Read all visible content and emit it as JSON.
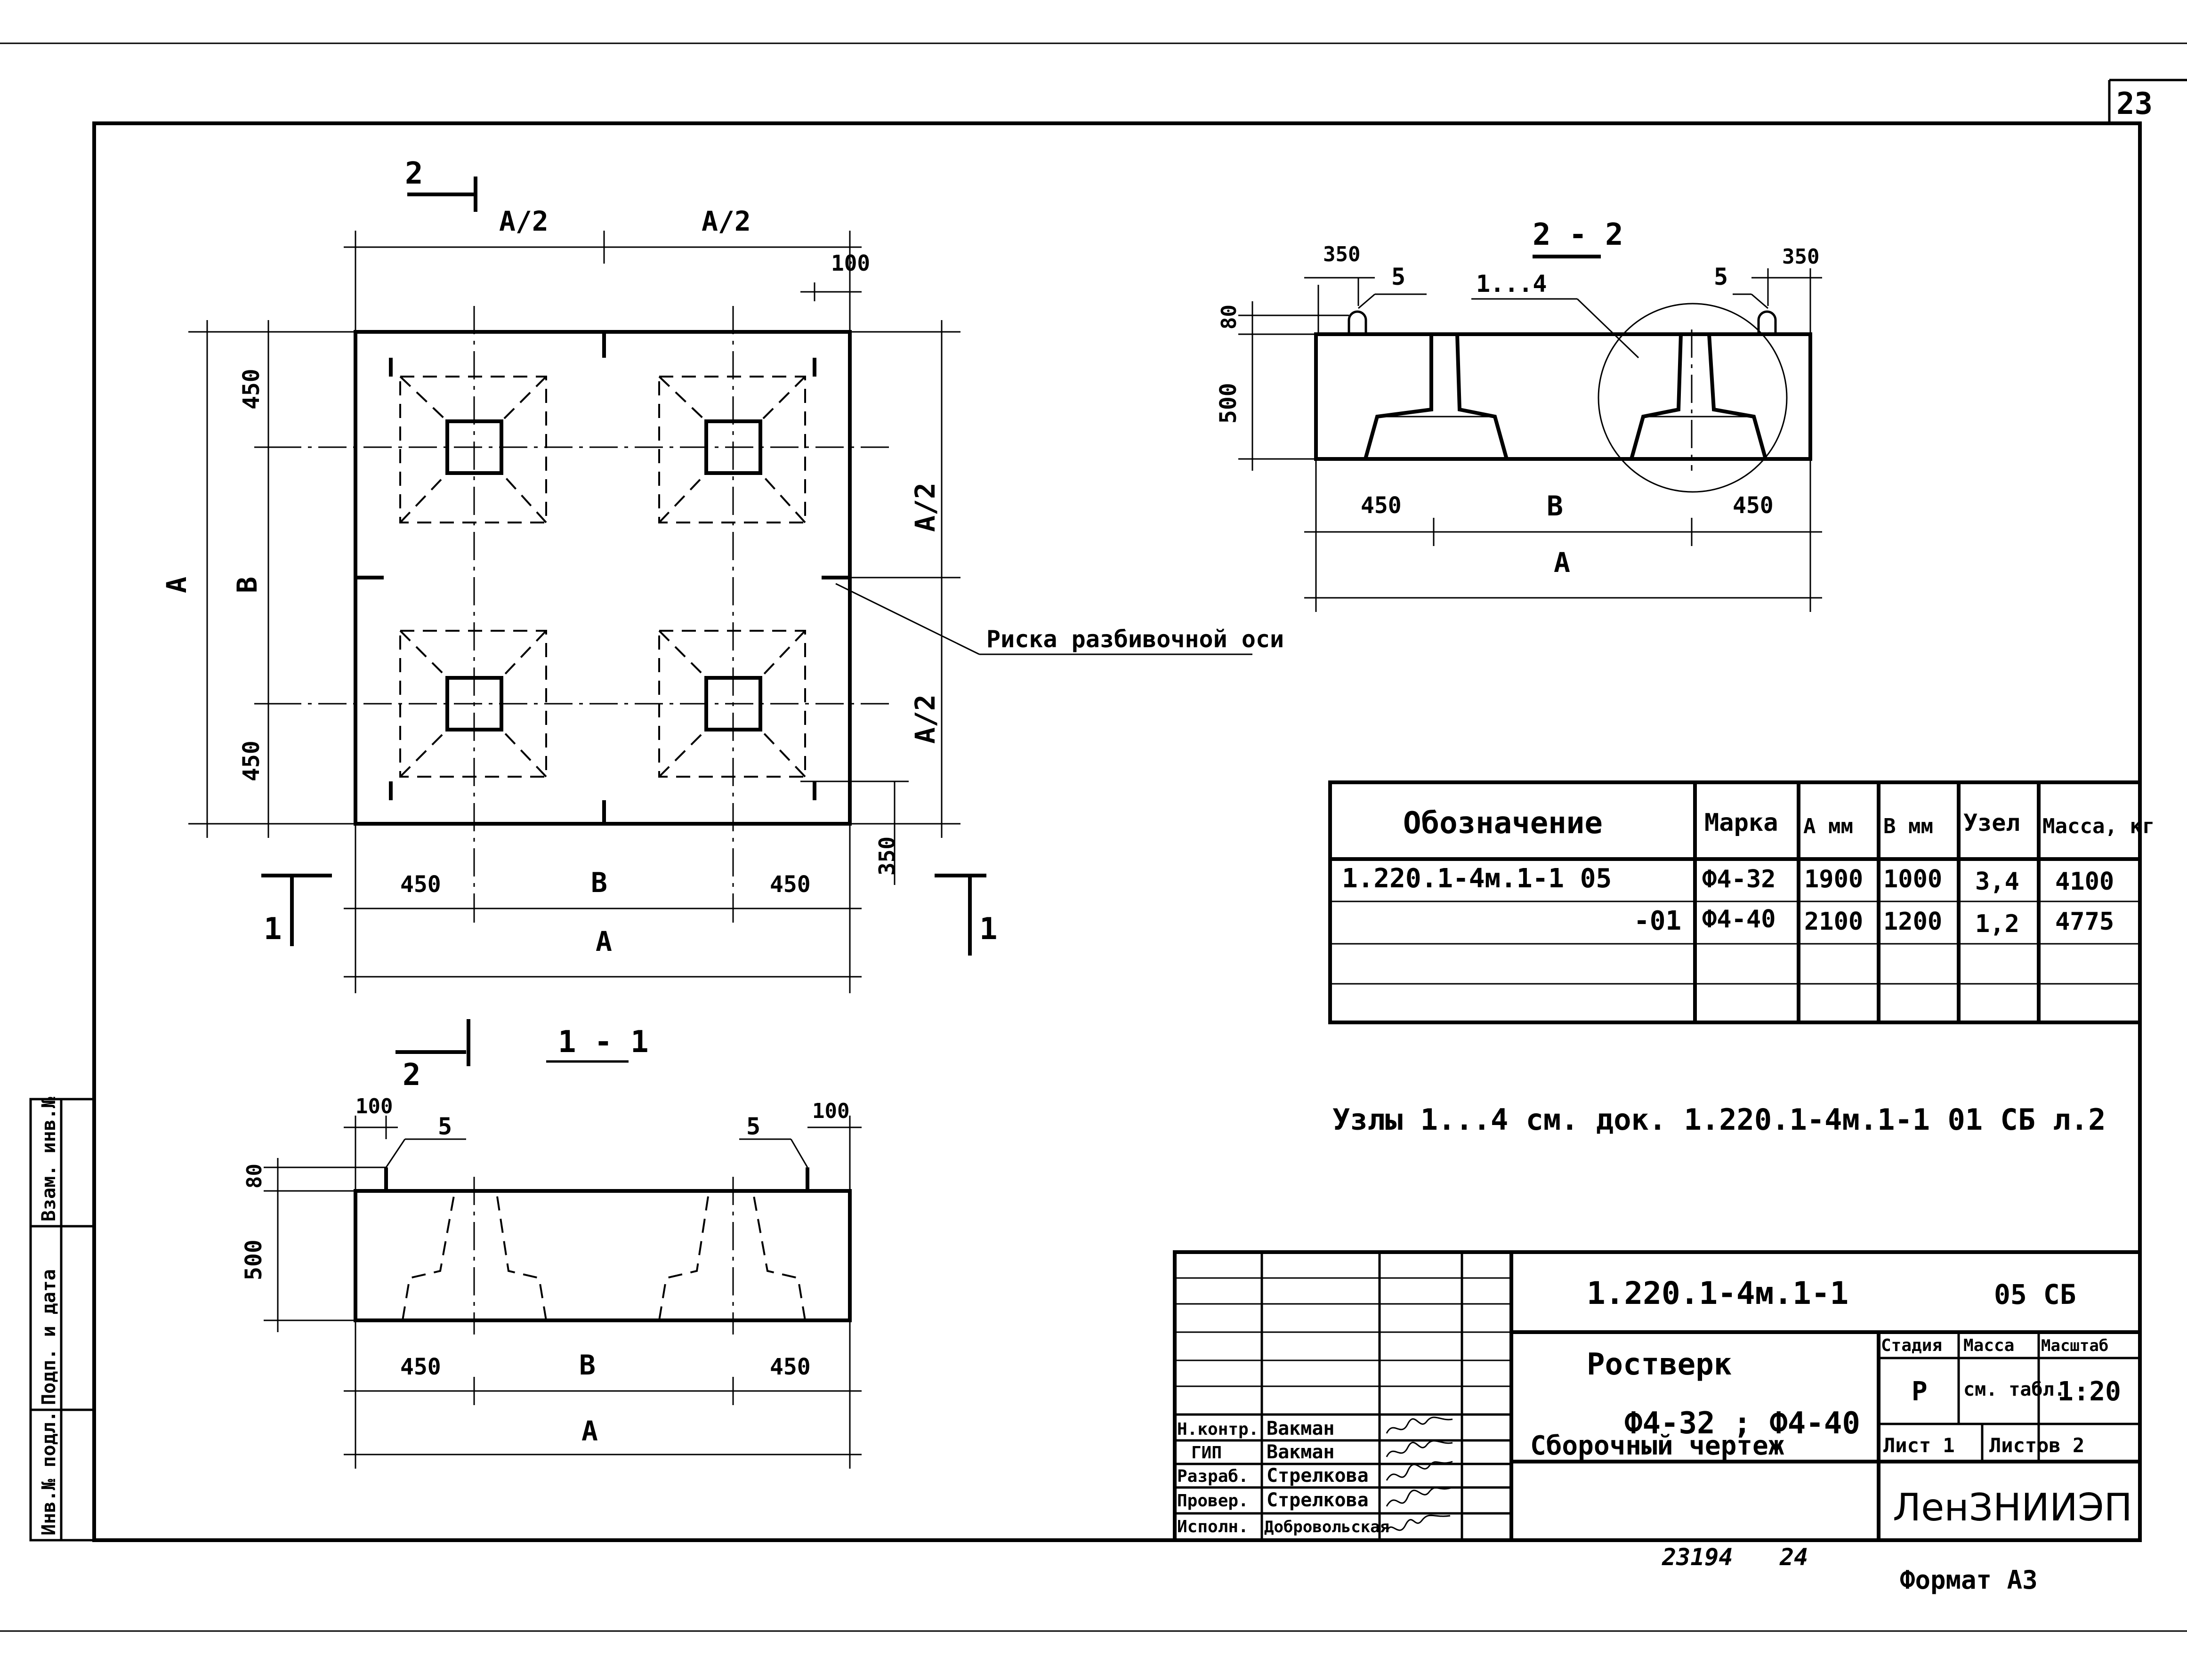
{
  "sheet": {
    "number": "23",
    "sheet_code": "23194",
    "sheet_code2": "24",
    "format": "Формат А3"
  },
  "plan": {
    "dim_top_left": "A/2",
    "dim_top_right": "A/2",
    "dim_100": "100",
    "dim_left_450_top": "450",
    "dim_left_450_bottom": "450",
    "dim_A": "A",
    "dim_B": "B",
    "dim_right_A2_top": "A/2",
    "dim_right_A2_bottom": "A/2",
    "dim_350": "350",
    "bottom_450_left": "450",
    "bottom_B": "B",
    "bottom_450_right": "450",
    "bottom_A": "A",
    "cut2": "2",
    "cut1_left": "1",
    "cut1_right": "1",
    "callout": "Риска разбивочной оси"
  },
  "section_1_1": {
    "title": "1 - 1",
    "cut_2": "2",
    "dim_100_left": "100",
    "dim_100_right": "100",
    "mark5_left": "5",
    "mark5_right": "5",
    "dim_80": "80",
    "dim_500": "500",
    "dim_450_left": "450",
    "dim_B": "B",
    "dim_450_right": "450",
    "dim_A": "A"
  },
  "section_2_2": {
    "title": "2 - 2",
    "dim_350_left": "350",
    "dim_350_right": "350",
    "mark5_left": "5",
    "mark5_right": "5",
    "nodes": "1...4",
    "dim_80": "80",
    "dim_500": "500",
    "dim_450_left": "450",
    "dim_B": "B",
    "dim_450_right": "450",
    "dim_A": "A"
  },
  "spec_table": {
    "headers": [
      "Обозначение",
      "Марка",
      "A мм",
      "B мм",
      "Узел",
      "Масса, кг"
    ],
    "rows": [
      [
        "1.220.1-4м.1-1  05",
        "Ф4-32",
        "1900",
        "1000",
        "3,4",
        "4100"
      ],
      [
        "-01",
        "Ф4-40",
        "2100",
        "1200",
        "1,2",
        "4775"
      ],
      [
        "",
        "",
        "",
        "",
        "",
        ""
      ],
      [
        "",
        "",
        "",
        "",
        "",
        ""
      ]
    ]
  },
  "note": "Узлы 1...4  см. док. 1.220.1-4м.1-1  01 СБ  л.2",
  "title_block": {
    "doc_code": "1.220.1-4м.1-1",
    "doc_suffix": "05 СБ",
    "name_1": "Ростверк",
    "name_2": "Ф4-32 ; Ф4-40",
    "name_3": "Сборочный чертеж",
    "stage_label": "Стадия",
    "mass_label": "Масса",
    "scale_label": "Масштаб",
    "stage": "Р",
    "mass": "см. табл.",
    "scale": "1:20",
    "sheet_label": "Лист 1",
    "sheets_label": "Листов 2",
    "org": "ЛенЗНИИЭП",
    "roles": [
      {
        "role": "Н.контр.",
        "name": "Вакман"
      },
      {
        "role": "ГИП",
        "name": "Вакман"
      },
      {
        "role": "Разраб.",
        "name": "Стрелкова"
      },
      {
        "role": "Провер.",
        "name": "Стрелкова"
      },
      {
        "role": "Исполн.",
        "name": "Добровольская"
      }
    ]
  },
  "side_stamp": {
    "inv_podl": "Инв.№ подл.",
    "podp": "Подп. и дата",
    "vzam": "Взам. инв.№"
  }
}
